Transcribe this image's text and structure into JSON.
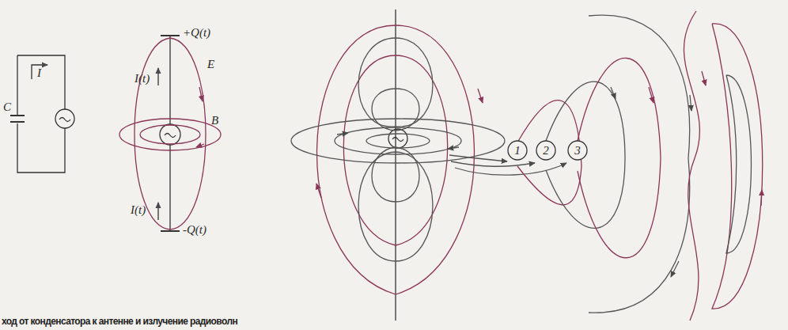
{
  "diagram": {
    "caption": "ход от конденсатора к антенне и излучение радиоволн",
    "nodes": [
      {
        "text": [
          "1"
        ]
      },
      {
        "text": [
          "2"
        ]
      },
      {
        "text": [
          "3"
        ]
      }
    ],
    "labels": [
      "C",
      "I",
      "+Q(t)",
      "I(t)",
      "E",
      "B",
      "I(t)",
      "-Q(t)"
    ]
  }
}
